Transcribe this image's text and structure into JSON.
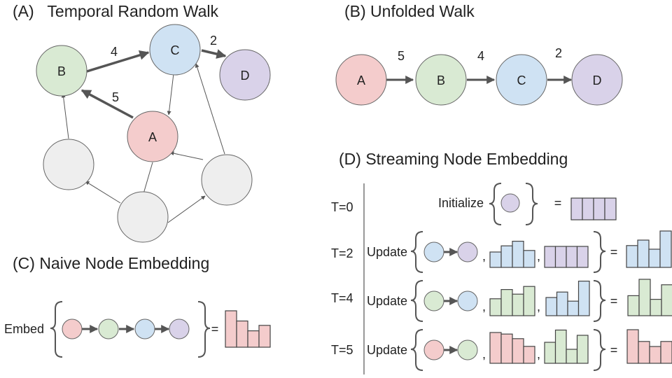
{
  "panels": {
    "a": {
      "title": "(A)   Temporal Random Walk"
    },
    "b": {
      "title": "(B) Unfolded Walk"
    },
    "c": {
      "title": "(C) Naive Node Embedding"
    },
    "d": {
      "title": "(D) Streaming Node Embedding"
    }
  },
  "colors": {
    "A": "#f4cccc",
    "B": "#d9ead3",
    "C": "#cfe2f3",
    "D": "#d9d2e9",
    "neutral": "#eeeeee",
    "stroke": "#666666"
  },
  "graph": {
    "nodes": {
      "A": "A",
      "B": "B",
      "C": "C",
      "D": "D"
    },
    "edge_labels": {
      "b_c": "4",
      "c_d": "2",
      "a_b": "5"
    }
  },
  "unfolded": {
    "nodes": [
      "A",
      "B",
      "C",
      "D"
    ],
    "weights": [
      "5",
      "4",
      "2"
    ]
  },
  "naive": {
    "label": "Embed",
    "equals": "="
  },
  "streaming": {
    "rows": [
      {
        "time": "T=0",
        "op": "Initialize",
        "sep": ",",
        "equals": "="
      },
      {
        "time": "T=2",
        "op": "Update",
        "sep": ",",
        "equals": "="
      },
      {
        "time": "T=4",
        "op": "Update",
        "sep": ",",
        "equals": "="
      },
      {
        "time": "T=5",
        "op": "Update",
        "sep": ",",
        "equals": "="
      }
    ]
  },
  "embeddings": {
    "initial_D": [
      1,
      1,
      1,
      1
    ],
    "naive_A": [
      1,
      0.72,
      0.45,
      0.6
    ],
    "C_t2": [
      0.5,
      0.7,
      0.85,
      0.55
    ],
    "D_t2": [
      1,
      1,
      1,
      1
    ],
    "C_t2_result": [
      0.6,
      0.75,
      0.5,
      1
    ],
    "B_t4": [
      0.55,
      0.85,
      0.7,
      0.95
    ],
    "C_t4": [
      0.5,
      0.65,
      0.4,
      0.95
    ],
    "B_t4_result": [
      0.55,
      1,
      0.45,
      0.85
    ],
    "A_t5": [
      1,
      0.95,
      0.8,
      0.55
    ],
    "B_t5": [
      0.6,
      0.95,
      0.4,
      0.8
    ],
    "A_t5_result": [
      1,
      0.65,
      0.5,
      0.65
    ]
  }
}
